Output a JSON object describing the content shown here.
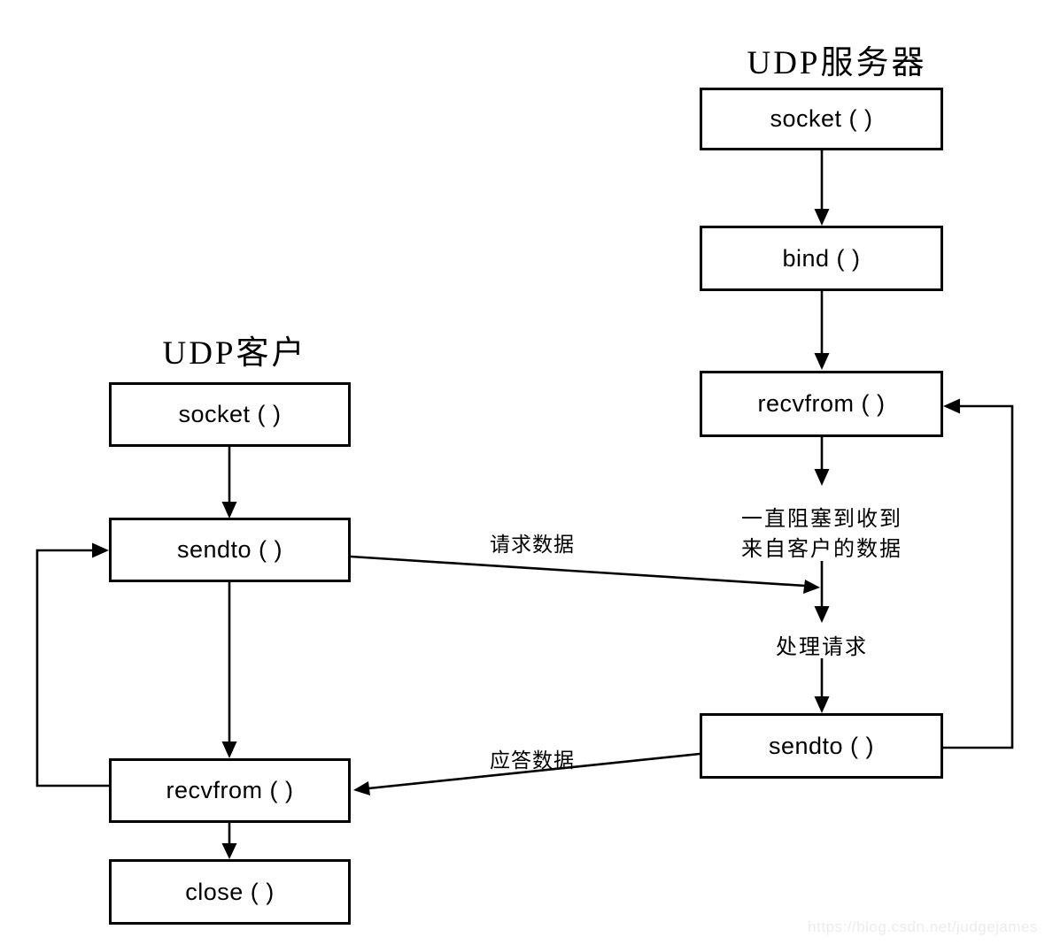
{
  "theme": {
    "bg": "#ffffff",
    "line": "#000000",
    "text": "#000000",
    "watermark": "#ececec"
  },
  "server": {
    "title": "UDP服务器",
    "boxes": [
      {
        "label": "socket ( )"
      },
      {
        "label": "bind ( )"
      },
      {
        "label": "recvfrom ( )"
      },
      {
        "label": "sendto ( )"
      }
    ],
    "blocking_note_line1": "一直阻塞到收到",
    "blocking_note_line2": "来自客户的数据",
    "process_note": "处理请求"
  },
  "client": {
    "title": "UDP客户",
    "boxes": [
      {
        "label": "socket ( )"
      },
      {
        "label": "sendto ( )"
      },
      {
        "label": "recvfrom ( )"
      },
      {
        "label": "close ( )"
      }
    ]
  },
  "edges": {
    "request_label": "请求数据",
    "reply_label": "应答数据"
  },
  "watermark": "https://blog.csdn.net/judgejames"
}
